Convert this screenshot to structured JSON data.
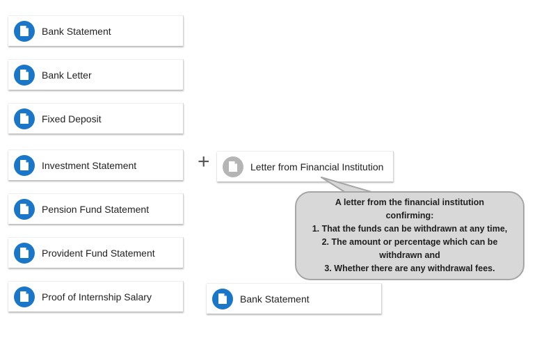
{
  "left_list": {
    "items": [
      {
        "label": "Bank Statement"
      },
      {
        "label": "Bank Letter"
      },
      {
        "label": "Fixed Deposit"
      },
      {
        "label": "Investment Statement"
      },
      {
        "label": "Pension Fund Statement"
      },
      {
        "label": "Provident Fund Statement"
      },
      {
        "label": "Proof of Internship Salary"
      }
    ]
  },
  "combination": {
    "plus_symbol": "+",
    "selected_item": {
      "label": "Letter from Financial Institution"
    },
    "extra_item": {
      "label": "Bank Statement"
    }
  },
  "tooltip": {
    "lines": [
      "A letter from the financial institution",
      "confirming:",
      "1. That the funds can be withdrawn at any time,",
      "2. The amount or percentage which can be",
      "withdrawn and",
      "3. Whether there are any withdrawal fees."
    ]
  },
  "colors": {
    "icon_active": "#1976c8",
    "icon_inactive": "#b5b5b5",
    "tooltip_bg": "#d8d8d8",
    "tooltip_border": "#a5a5a5"
  },
  "icons": {
    "document": "document-icon"
  }
}
